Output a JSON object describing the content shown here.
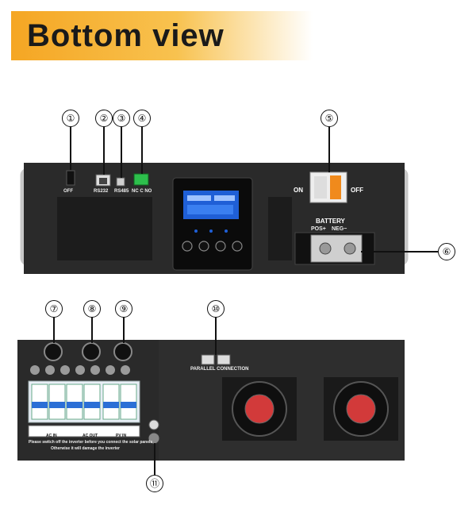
{
  "header": {
    "title": "Bottom view"
  },
  "callouts": {
    "c1": "①",
    "c2": "②",
    "c3": "③",
    "c4": "④",
    "c5": "⑤",
    "c6": "⑥",
    "c7": "⑦",
    "c8": "⑧",
    "c9": "⑨",
    "c10": "⑩",
    "c11": "⑪"
  },
  "front_panel": {
    "off_label": "OFF",
    "rs232_label": "RS232",
    "rs485_label": "RS485",
    "nc_label": "NC C NO",
    "switch_on": "ON",
    "switch_off": "OFF",
    "battery_label": "BATTERY",
    "battery_pos": "POS+",
    "battery_neg": "NEG−"
  },
  "rear_panel": {
    "parallel_label": "PARALLEL CONNECTION",
    "breaker_ac_in": "AC IN",
    "breaker_ac_out": "AC OUT",
    "breaker_pv_in": "PV IN",
    "warning_line1": "Please switch off the inverter before you connect the solar panels",
    "warning_line2": "Otherwise it will damage the inverter"
  },
  "colors": {
    "banner": "#f5a623",
    "chassis": "#2b2b2b",
    "lcd": "#1f5fd6",
    "breaker": "#e9eef6",
    "fan_red": "#d23a3a"
  }
}
